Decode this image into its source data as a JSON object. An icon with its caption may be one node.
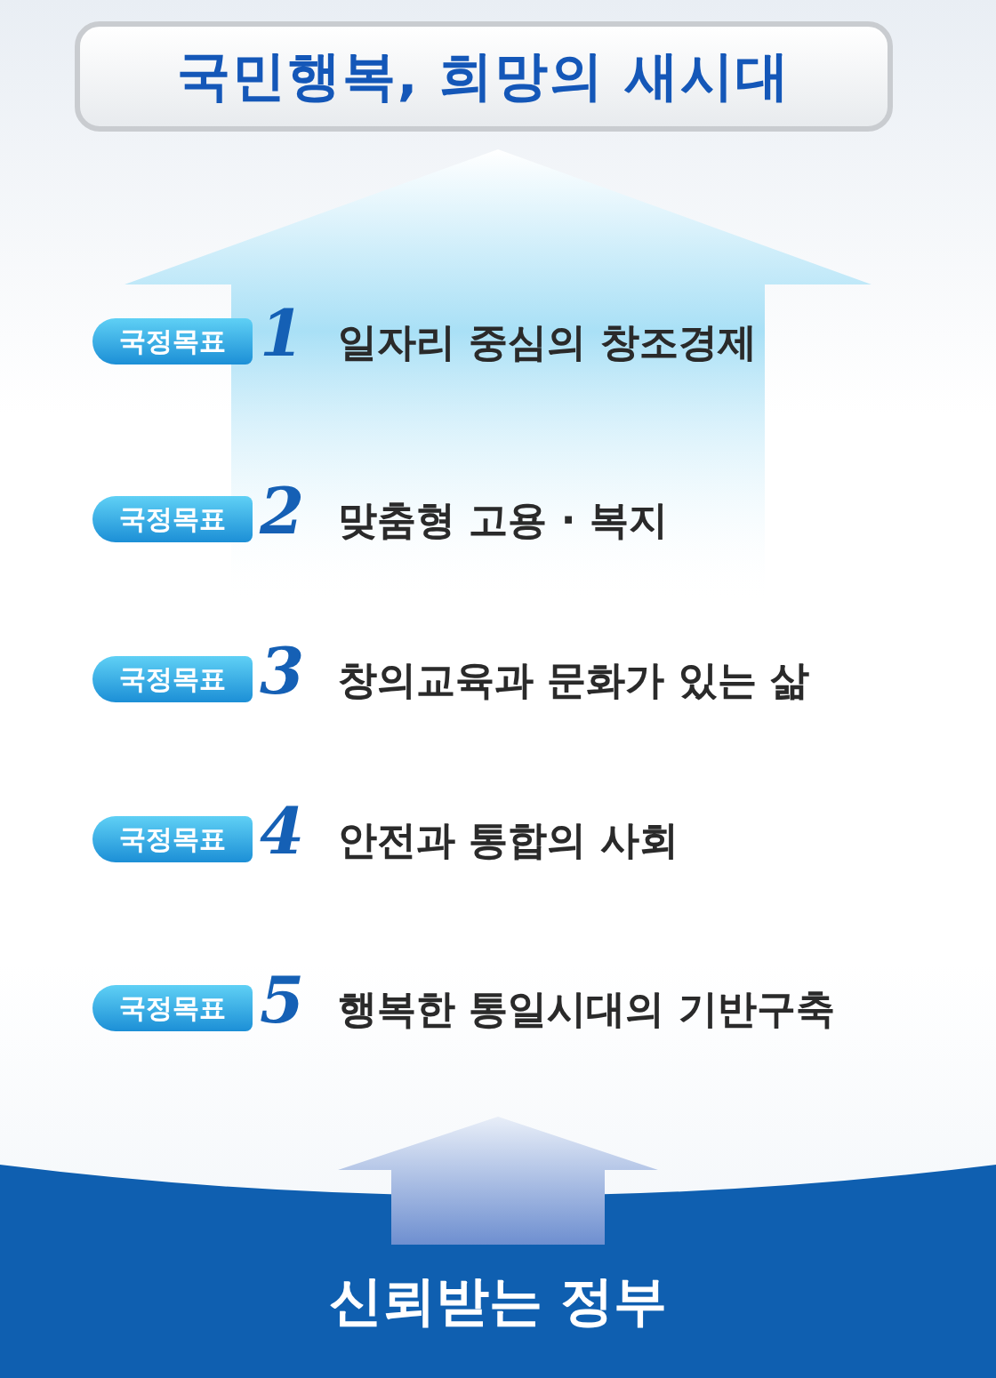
{
  "diagram": {
    "nodes": [
      {
        "text": [
          "국민행복, 희망의 새시대"
        ]
      },
      {
        "text": [
          "국정목표"
        ],
        "beside": [
          "1",
          "일자리 중심의 창조경제"
        ]
      },
      {
        "text": [
          "국정목표"
        ],
        "beside": [
          "2",
          "맞춤형 고용 · 복지"
        ]
      },
      {
        "text": [
          "국정목표"
        ],
        "beside": [
          "3",
          "창의교육과 문화가 있는 삶"
        ]
      },
      {
        "text": [
          "국정목표"
        ],
        "beside": [
          "4",
          "안전과 통합의 사회"
        ]
      },
      {
        "text": [
          "국정목표"
        ],
        "beside": [
          "5",
          "행복한 통일시대의 기반구축"
        ]
      },
      {
        "text": [
          "신뢰받는 정부"
        ]
      }
    ],
    "edges": [
      {
        "from": null,
        "to": 0,
        "arrow": "to"
      },
      {
        "from": 6,
        "to": 5,
        "arrow": "to"
      }
    ]
  }
}
